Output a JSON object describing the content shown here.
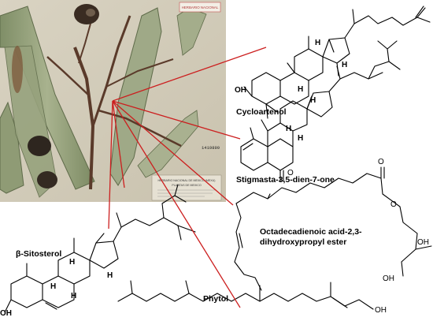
{
  "figure": {
    "compounds": [
      {
        "id": "cycloartenol",
        "name": "Cycloartenol"
      },
      {
        "id": "stigmastadienone",
        "name": "Stigmasta-3,5-dien-7-one"
      },
      {
        "id": "octadecadienoic",
        "name_line1": "Octadecadienoic acid-2,3-",
        "name_line2": "dihydroxypropyl ester"
      },
      {
        "id": "sitosterol",
        "name": "β-Sitosterol"
      },
      {
        "id": "phytol",
        "name": "Phytol"
      }
    ],
    "atoms": {
      "hydroxyl": "OH",
      "hydrogen": "H",
      "carbonyl_o": "O",
      "ester_o": "O"
    },
    "photo": {
      "stamp_text": "HERBARIO NACIONAL",
      "catalog_number": "1419899",
      "label_line1": "HERBARIO NACIONAL DE MEXICO (MEXU)",
      "label_line2": "PLANTAS DE MEXICO"
    },
    "colors": {
      "leader": "#cc1f1f",
      "bond": "#000000",
      "leaf": "#8a9a72",
      "stem": "#5a3a2a"
    }
  }
}
